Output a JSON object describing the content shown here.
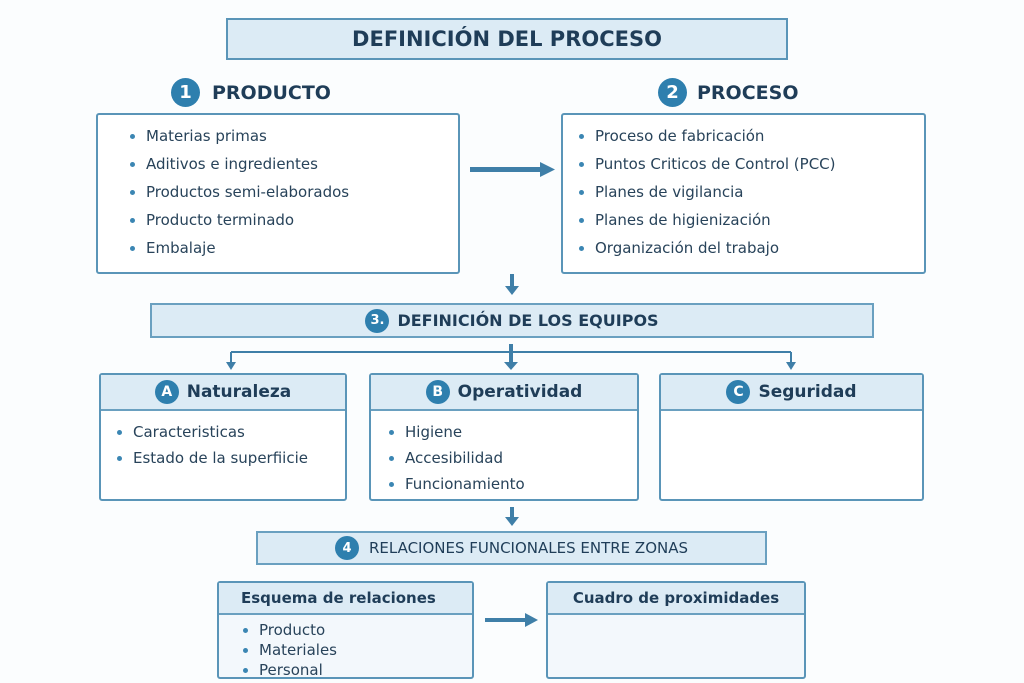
{
  "title": "DEFINICIÓN DEL PROCESO",
  "producto": {
    "number": "1",
    "label": "PRODUCTO",
    "items": [
      "Materias primas",
      "Aditivos e ingredientes",
      "Productos semi-elaborados",
      "Producto terminado",
      "Embalaje"
    ]
  },
  "proceso": {
    "number": "2",
    "label": "PROCESO",
    "items": [
      "Proceso de fabricación",
      "Puntos Criticos de Control (PCC)",
      "Planes de vigilancia",
      "Planes de higienización",
      "Organización del trabajo"
    ]
  },
  "equipos": {
    "number": "3.",
    "label": "DEFINICIÓN DE LOS EQUIPOS",
    "cards": [
      {
        "letter": "A",
        "label": "Naturaleza",
        "items": [
          "Caracteristicas",
          "Estado de la superfiicie"
        ]
      },
      {
        "letter": "B",
        "label": "Operatividad",
        "items": [
          "Higiene",
          "Accesibilidad",
          "Funcionamiento"
        ]
      },
      {
        "letter": "C",
        "label": "Seguridad",
        "items": []
      }
    ]
  },
  "relaciones": {
    "number": "4",
    "label": "RELACIONES FUNCIONALES ENTRE ZONAS",
    "esquema": {
      "label": "Esquema de relaciones",
      "items": [
        "Producto",
        "Materiales",
        "Personal"
      ]
    },
    "cuadro": {
      "label": "Cuadro de proximidades"
    }
  },
  "colors": {
    "accent": "#2e7fae",
    "border": "#5a95b8",
    "fill": "#dcebf5",
    "text": "#1f3d58"
  }
}
